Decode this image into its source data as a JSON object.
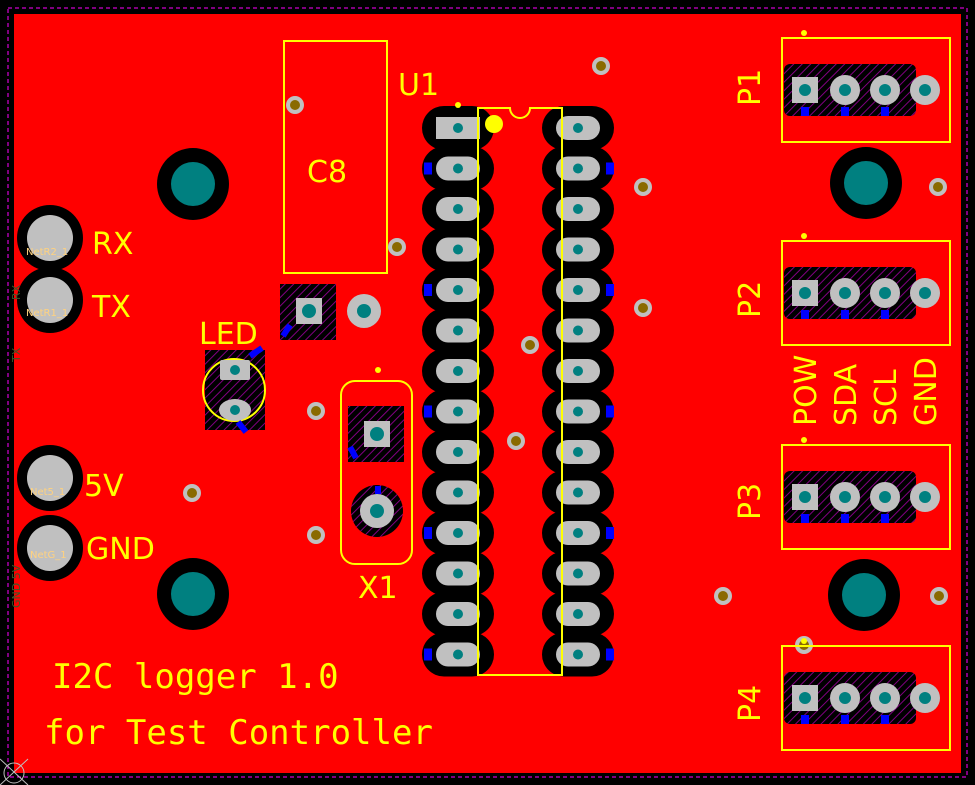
{
  "board": {
    "title_line1": "I2C logger 1.0",
    "title_line2": "for Test Controller"
  },
  "colors": {
    "background": "#000000",
    "copper": "#ff0000",
    "silkscreen": "#ffff00",
    "pad": "#c0c0c0",
    "hole": "#008080",
    "via": "#c8a000",
    "trace_blue": "#0000ff",
    "hatch": "#800080"
  },
  "components": {
    "u1": "U1",
    "c8": "C8",
    "led": "LED",
    "x1": "X1",
    "p1": "P1",
    "p2": "P2",
    "p3": "P3",
    "p4": "P4"
  },
  "labels": {
    "rx": "RX",
    "tx": "TX",
    "v5": "5V",
    "gnd": "GND",
    "pow": "POW",
    "sda": "SDA",
    "scl": "SCL",
    "gnd2": "GND"
  },
  "netlabels": {
    "rx": "NetR2_1",
    "tx": "NetR1_1",
    "v5": "Net5_1",
    "gnd": "NetG_1"
  },
  "faint_labels": {
    "rx": "RX",
    "tx": "TX",
    "gnd_5v": "GND 5V"
  }
}
